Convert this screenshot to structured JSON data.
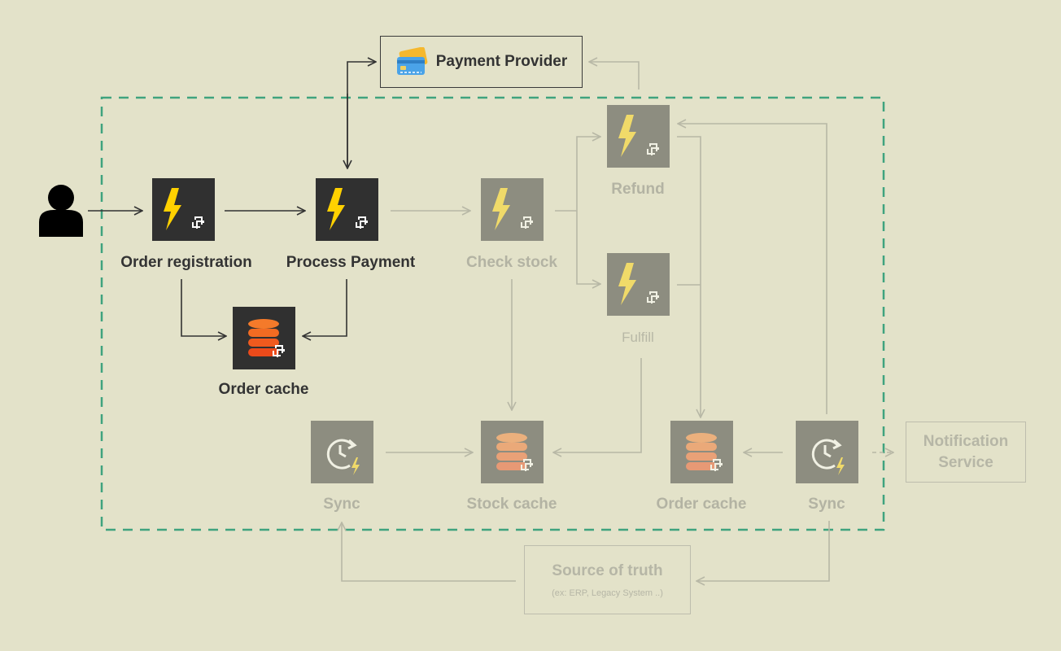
{
  "boundary": {
    "color": "#3fa37e",
    "style": "dashed"
  },
  "colors": {
    "active_node": "#303030",
    "faded_node": "#adac98",
    "bolt": "#ffd100",
    "db_orange": "#f05a1e",
    "active_line": "#333333",
    "faded_line": "#b8b8a6",
    "background": "#e3e2c9"
  },
  "nodes": {
    "user": {
      "icon": "user-icon"
    },
    "order_registration": {
      "label": "Order registration",
      "icon": "lambda-icon"
    },
    "process_payment": {
      "label": "Process Payment",
      "icon": "lambda-icon"
    },
    "order_cache_main": {
      "label": "Order cache",
      "icon": "database-icon"
    },
    "check_stock": {
      "label": "Check stock",
      "icon": "lambda-icon"
    },
    "refund": {
      "label": "Refund",
      "icon": "lambda-icon"
    },
    "fulfill": {
      "label": "Fulfill",
      "icon": "lambda-icon"
    },
    "sync_left": {
      "label": "Sync",
      "icon": "scheduled-lambda-icon"
    },
    "stock_cache": {
      "label": "Stock cache",
      "icon": "database-icon"
    },
    "order_cache_right": {
      "label": "Order cache",
      "icon": "database-icon"
    },
    "sync_right": {
      "label": "Sync",
      "icon": "scheduled-lambda-icon"
    }
  },
  "external": {
    "payment_provider": {
      "label": "Payment Provider",
      "icon": "credit-card-icon"
    },
    "notification_service": {
      "line1": "Notification",
      "line2": "Service"
    },
    "source_of_truth": {
      "title": "Source of truth",
      "subtitle": "(ex: ERP, Legacy System ..)"
    }
  }
}
